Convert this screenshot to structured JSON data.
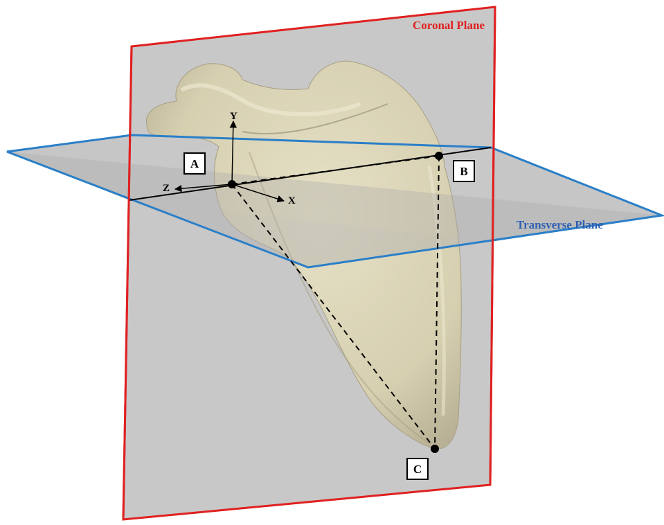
{
  "planes": {
    "coronal": {
      "label": "Coronal Plane",
      "color": "#e02020"
    },
    "transverse": {
      "label": "Transverse Plane",
      "color": "#2f5fb0",
      "edge_color": "#2a7fc8"
    }
  },
  "plane_fill": "#c8c8c8",
  "landmarks": [
    {
      "id": "A",
      "label": "A"
    },
    {
      "id": "B",
      "label": "B"
    },
    {
      "id": "C",
      "label": "C"
    }
  ],
  "axes": {
    "x": "X",
    "y": "Y",
    "z": "Z"
  },
  "bone_color": "#d8d2b4"
}
